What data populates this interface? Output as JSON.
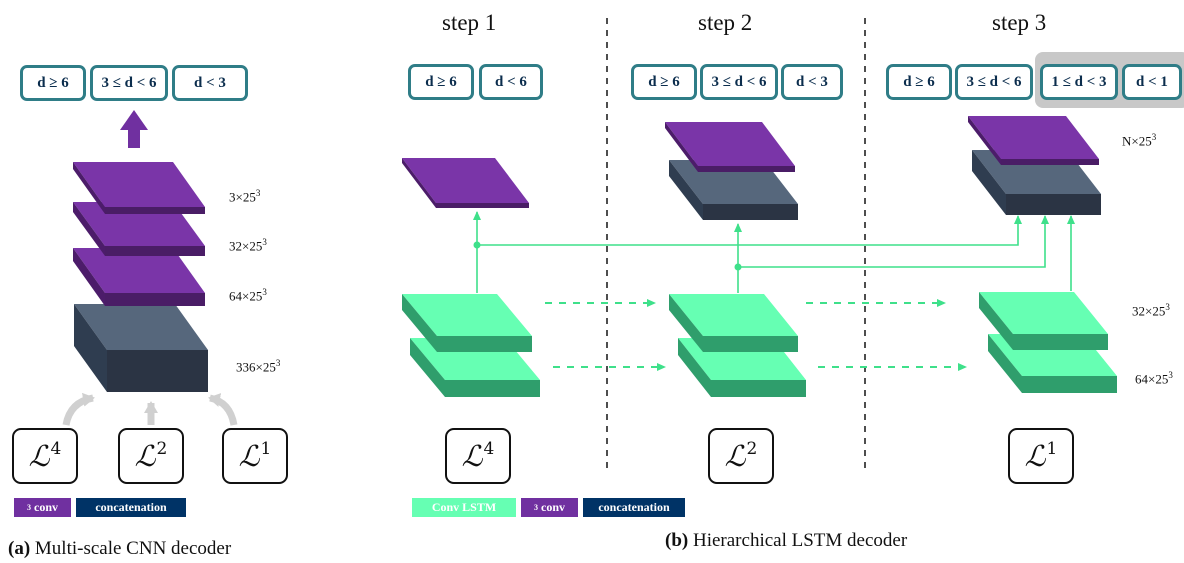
{
  "panel_a": {
    "labels": [
      "d ≥ 6",
      "3 ≤ d < 6",
      "d < 3"
    ],
    "dims": {
      "l1_base": "3×25",
      "l1_exp": "3",
      "l2_base": "32×25",
      "l2_exp": "3",
      "l3_base": "64×25",
      "l3_exp": "3",
      "l4_base": "336×25",
      "l4_exp": "3"
    },
    "inputs": [
      {
        "sym": "ℒ",
        "sup": "4"
      },
      {
        "sym": "ℒ",
        "sup": "2"
      },
      {
        "sym": "ℒ",
        "sup": "1"
      }
    ],
    "legend": {
      "conv_exp": "3",
      "conv_text": " conv",
      "concat": "concatenation"
    },
    "caption": {
      "tag": "(a)",
      "text": " Multi-scale CNN decoder"
    }
  },
  "panel_b": {
    "steps": [
      "step 1",
      "step 2",
      "step 3"
    ],
    "step1_labels": [
      "d ≥ 6",
      "d < 6"
    ],
    "step2_labels": [
      "d ≥ 6",
      "3 ≤ d < 6",
      "d < 3"
    ],
    "step3_labels": [
      "d ≥ 6",
      "3 ≤ d < 6",
      "1 ≤ d < 3",
      "d < 1"
    ],
    "dims": {
      "n_base": "N×25",
      "n_exp": "3",
      "a_base": "32×25",
      "a_exp": "3",
      "b_base": "64×25",
      "b_exp": "3"
    },
    "inputs": [
      {
        "sym": "ℒ",
        "sup": "4"
      },
      {
        "sym": "ℒ",
        "sup": "2"
      },
      {
        "sym": "ℒ",
        "sup": "1"
      }
    ],
    "legend": {
      "lstm": "Conv LSTM",
      "conv_exp": "3",
      "conv_text": " conv",
      "concat": "concatenation"
    },
    "caption": {
      "tag": "(b)",
      "text": " Hierarchical LSTM decoder"
    }
  },
  "colors": {
    "purple": "#7030a0",
    "slate": "#44546a",
    "mint": "#66ffb3",
    "box_border": "#2f7d87",
    "navy": "#003366",
    "highlight": "#c8c8c8"
  }
}
